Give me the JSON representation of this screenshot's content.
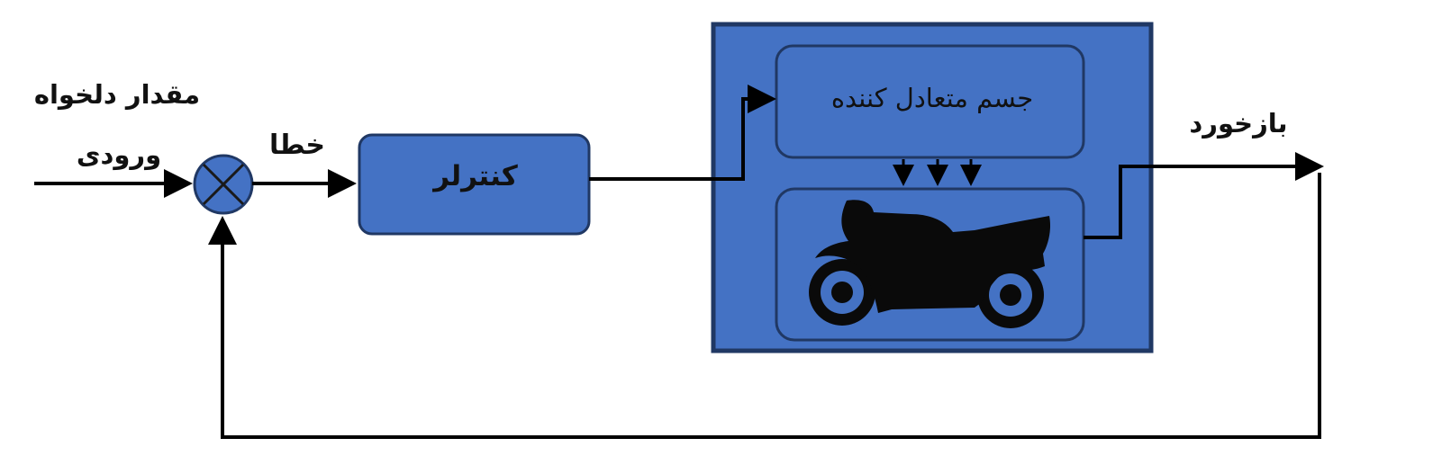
{
  "labels": {
    "desired_value": "مقدار دلخواه",
    "input": "ورودی",
    "error": "خطا",
    "controller": "کنترلر",
    "balancing_mass": "جسم متعادل کننده",
    "feedback": "بازخورد"
  },
  "icons": {
    "summing_junction": "summing-junction-icon",
    "plant": "motorcycle-icon"
  },
  "colors": {
    "block_fill": "#4472c4",
    "block_stroke": "#203864",
    "line": "#000000",
    "silhouette": "#0a0a0a"
  }
}
